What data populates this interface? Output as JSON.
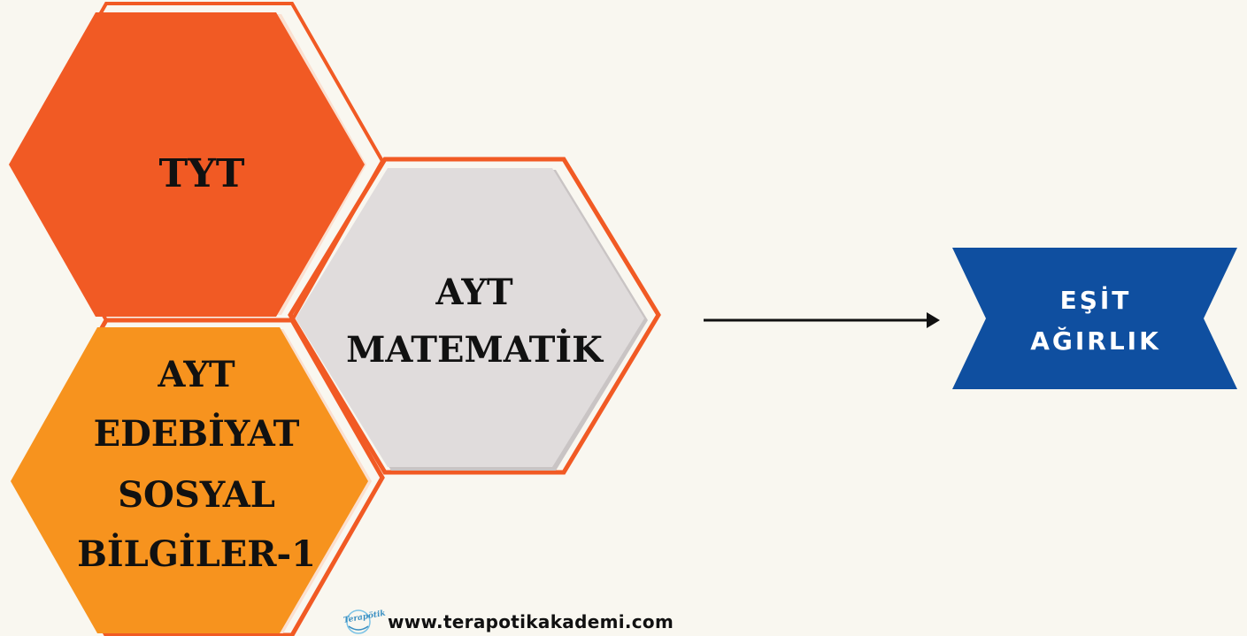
{
  "colors": {
    "background": "#f9f7f0",
    "orange_dark": "#f15a24",
    "orange_light": "#f7931e",
    "gray": "#e0dcdc",
    "banner_blue": "#0f4fa0"
  },
  "hexagons": {
    "tyt": {
      "lines": [
        "TYT"
      ]
    },
    "ayt_matematik": {
      "lines": [
        "AYT",
        "MATEMATİK"
      ]
    },
    "ayt_edebiyat": {
      "lines": [
        "AYT",
        "EDEBİYAT",
        "SOSYAL",
        "BİLGİLER-1"
      ]
    }
  },
  "banner": {
    "lines": [
      "EŞİT",
      "AĞIRLIK"
    ]
  },
  "footer": {
    "logo_text": "Terapötik",
    "url": "www.terapotikakademi.com"
  }
}
